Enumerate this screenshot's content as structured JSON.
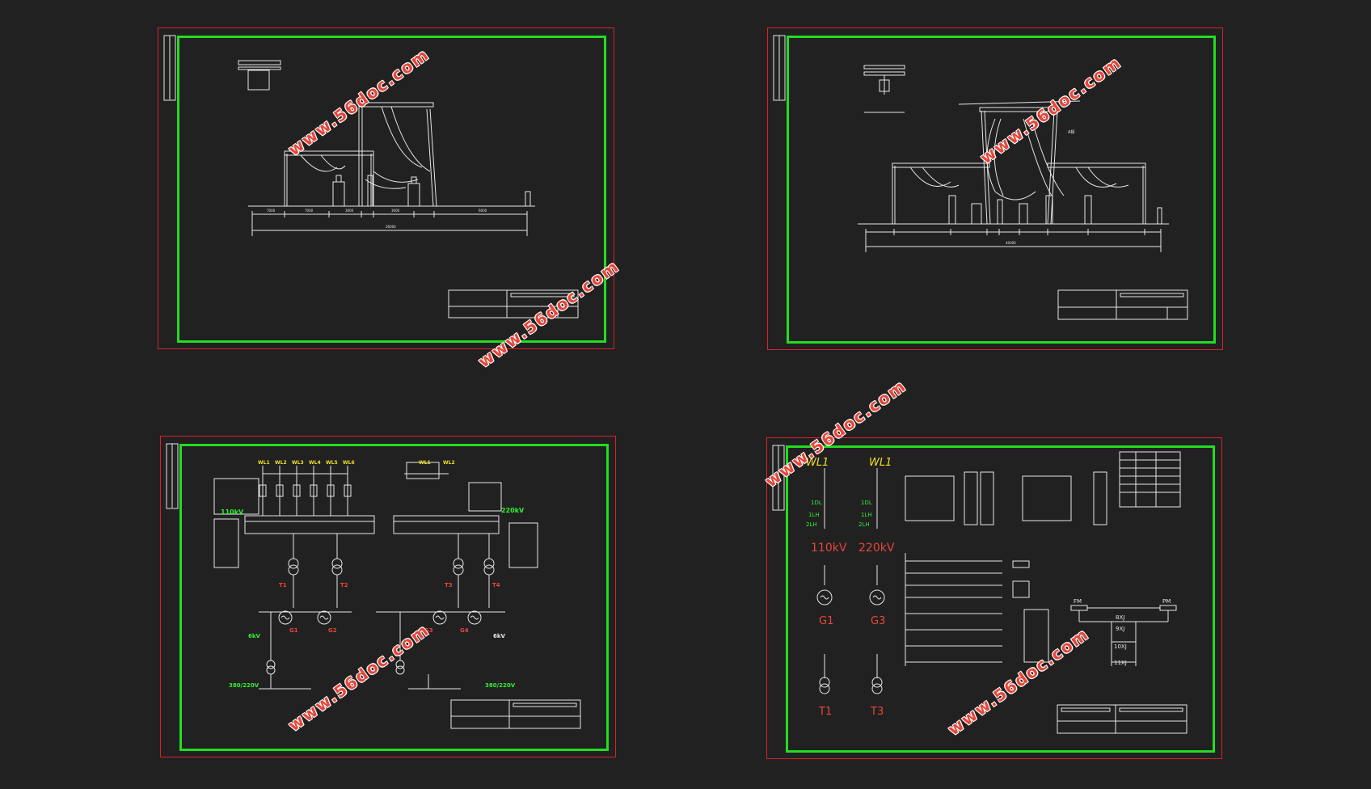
{
  "watermark": {
    "text": "www.56doc.com"
  },
  "colors": {
    "background": "#212121",
    "sheet_border": "#d8222a",
    "frame": "#22dd22",
    "lines": "#e6e6e6",
    "label_yellow": "#f0e020",
    "label_green": "#33ee33",
    "label_red": "#e8463a"
  },
  "sheet_tl": {
    "dims": {
      "span_total": "26000",
      "d1": "7000",
      "d2": "7000",
      "d3": "3000",
      "d4": "3000",
      "d5": "6000"
    }
  },
  "sheet_tr": {
    "dims": {
      "span_total": "40000"
    },
    "label_a": "A相"
  },
  "sheet_bl": {
    "feeders_left": [
      "WL1",
      "WL2",
      "WL3",
      "WL4",
      "WL5",
      "WL6"
    ],
    "feeders_right": [
      "WL1",
      "WL2"
    ],
    "bus_110": "110kV",
    "bus_220": "220kV",
    "gen_left": [
      "G1",
      "G2"
    ],
    "gen_right": [
      "G3",
      "G4"
    ],
    "tr_left": [
      "T1",
      "T2"
    ],
    "tr_right": [
      "T3",
      "T4"
    ],
    "v_6kv_left": "6kV",
    "v_6kv_right": "6kV",
    "v_380_left": "380/220V",
    "v_380_right": "380/220V"
  },
  "sheet_br": {
    "col1_line": "WL1",
    "col2_line": "WL1",
    "breaker": "1DL",
    "ct1": "1LH",
    "ct2": "2LH",
    "v1": "110kV",
    "v2": "220kV",
    "g1": "G1",
    "g3": "G3",
    "t1": "T1",
    "t3": "T3",
    "fm": "FM",
    "pm": "PM",
    "k1": "9XJ",
    "k2": "10XJ",
    "k3": "11XJ",
    "k0": "8XJ"
  }
}
